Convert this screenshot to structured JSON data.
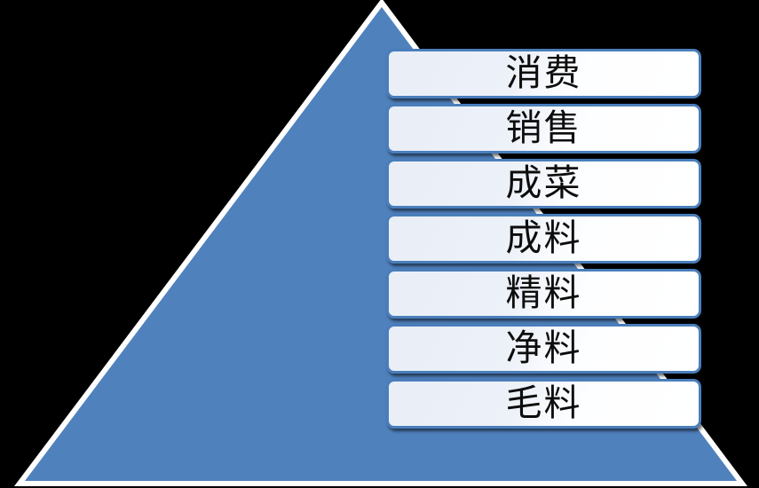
{
  "diagram": {
    "type": "pyramid",
    "title": "",
    "background_color": "#000000",
    "shape": {
      "name": "pyramid-triangle",
      "fill_color": "#4F81BD",
      "outline_color": "#FFFFFF",
      "apex": "430,3",
      "base_left": "22,545",
      "base_right": "836,545"
    },
    "box_style": {
      "border_color": "#4A7EBB",
      "fill_from": "#EDF1F8",
      "fill_to": "#FFFFFF",
      "text_color": "#0D0D0D"
    },
    "levels": [
      {
        "index": 1,
        "label": "消费"
      },
      {
        "index": 2,
        "label": "销售"
      },
      {
        "index": 3,
        "label": "成菜"
      },
      {
        "index": 4,
        "label": "成料"
      },
      {
        "index": 5,
        "label": "精料"
      },
      {
        "index": 6,
        "label": "净料"
      },
      {
        "index": 7,
        "label": "毛料"
      }
    ]
  }
}
